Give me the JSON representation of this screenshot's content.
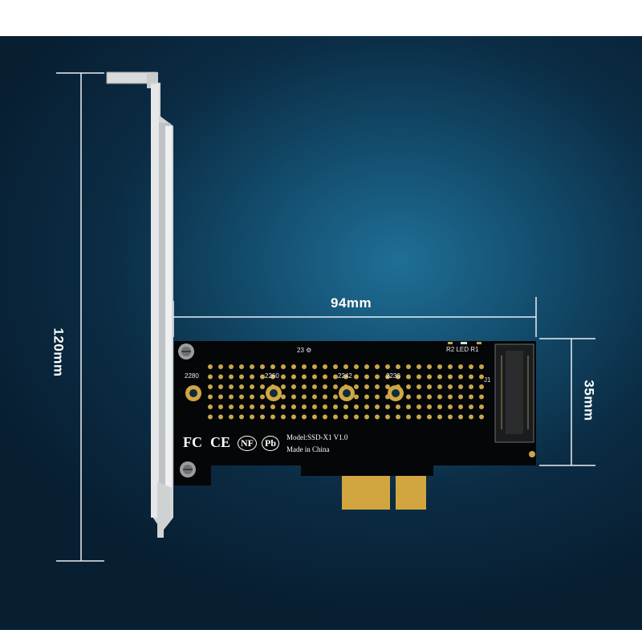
{
  "dimensions": {
    "height": "120mm",
    "width": "94mm",
    "board_height": "35mm"
  },
  "board": {
    "slot_labels": [
      "2280",
      "2260",
      "2242",
      "2230"
    ],
    "model": "Model:SSD-X1 V1.0",
    "origin": "Made in China",
    "connector_label": "J1",
    "top_labels": "R2 LED R1",
    "small_mark": "23 ⚙",
    "logos": [
      "FC",
      "CE",
      "NF",
      "Pb"
    ]
  }
}
